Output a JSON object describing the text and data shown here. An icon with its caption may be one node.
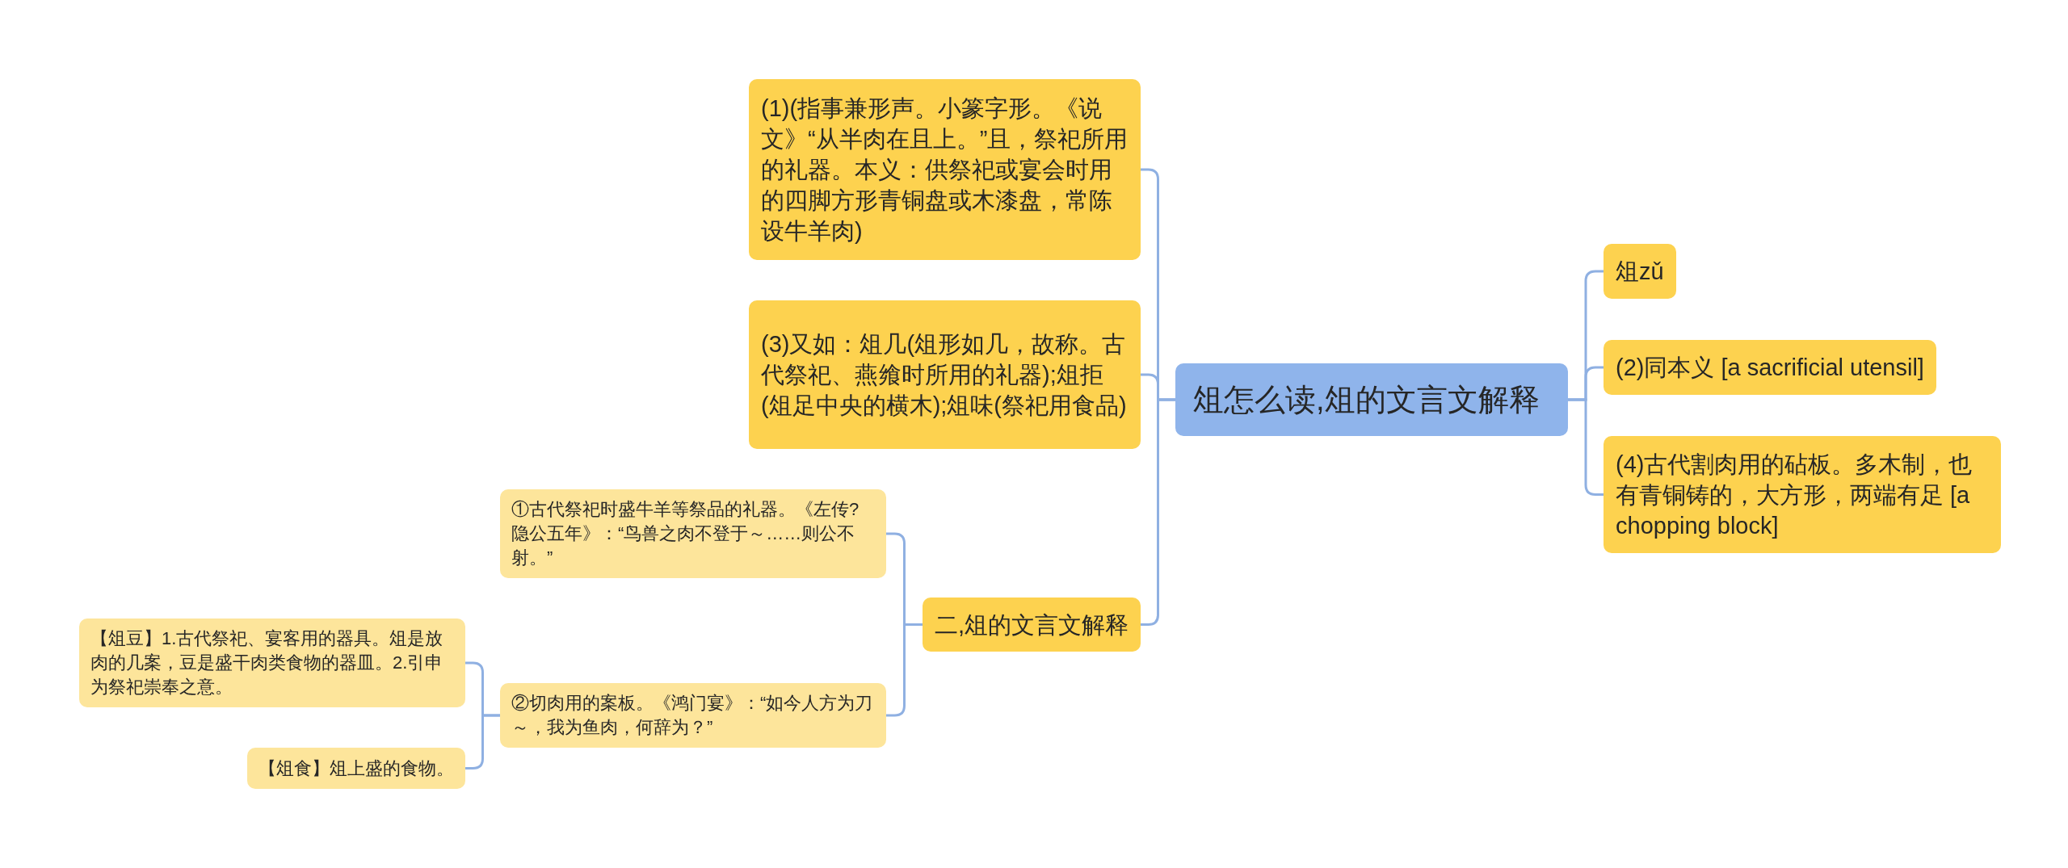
{
  "diagram": {
    "nodes": [
      {
        "text": [
          "俎怎么读,俎的文言文解释"
        ]
      },
      {
        "text": [
          "(1)(指事兼形声。小篆字形。《说文》“从半肉在且上。”且，祭祀所用的礼器。本义：供祭祀或宴会时用的四脚方形青铜盘或木漆盘，常陈设牛羊肉)"
        ]
      },
      {
        "text": [
          "(3)又如：俎几(俎形如几，故称。古代祭祀、燕飨时所用的礼器);俎拒(俎足中央的横木);俎味(祭祀用食品)"
        ]
      },
      {
        "text": [
          "二,俎的文言文解释"
        ]
      },
      {
        "text": [
          "①古代祭祀时盛牛羊等祭品的礼器。《左传?隐公五年》：“鸟兽之肉不登于～……则公不射。”"
        ]
      },
      {
        "text": [
          "②切肉用的案板。《鸿门宴》：“如今人方为刀～，我为鱼肉，何辞为？”"
        ]
      },
      {
        "text": [
          "【俎豆】1.古代祭祀、宴客用的器具。俎是放肉的几案，豆是盛干肉类食物的器皿。2.引申为祭祀崇奉之意。"
        ]
      },
      {
        "text": [
          "【俎食】俎上盛的食物。"
        ]
      },
      {
        "text": [
          "俎zǔ"
        ]
      },
      {
        "text": [
          "(2)同本义 [a sacrificial utensil]"
        ]
      },
      {
        "text": [
          "(4)古代割肉用的砧板。多木制，也有青铜铸的，大方形，两端有足 [a chopping block]"
        ]
      }
    ],
    "edges": [
      {
        "from": 0,
        "to": 1,
        "arrow": "none"
      },
      {
        "from": 0,
        "to": 2,
        "arrow": "none"
      },
      {
        "from": 0,
        "to": 3,
        "arrow": "none"
      },
      {
        "from": 3,
        "to": 4,
        "arrow": "none"
      },
      {
        "from": 3,
        "to": 5,
        "arrow": "none"
      },
      {
        "from": 5,
        "to": 6,
        "arrow": "none"
      },
      {
        "from": 5,
        "to": 7,
        "arrow": "none"
      },
      {
        "from": 0,
        "to": 8,
        "arrow": "none"
      },
      {
        "from": 0,
        "to": 9,
        "arrow": "none"
      },
      {
        "from": 0,
        "to": 10,
        "arrow": "none"
      }
    ]
  }
}
